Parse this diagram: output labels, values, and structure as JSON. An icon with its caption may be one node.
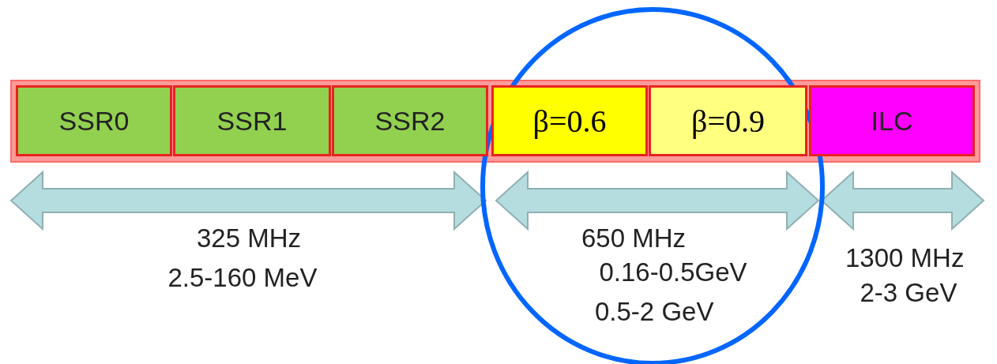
{
  "diagram": {
    "nodes": [
      {
        "text": [
          "SSR0"
        ]
      },
      {
        "text": [
          "SSR1"
        ]
      },
      {
        "text": [
          "SSR2"
        ]
      },
      {
        "text": [
          "β=0.6"
        ]
      },
      {
        "text": [
          "β=0.9"
        ]
      },
      {
        "text": [
          "ILC"
        ]
      }
    ],
    "labels": [
      "325 MHz",
      "2.5-160 MeV",
      "650 MHz",
      "0.16-0.5GeV",
      "0.5-2 GeV",
      "1300 MHz",
      "2-3 GeV"
    ]
  }
}
